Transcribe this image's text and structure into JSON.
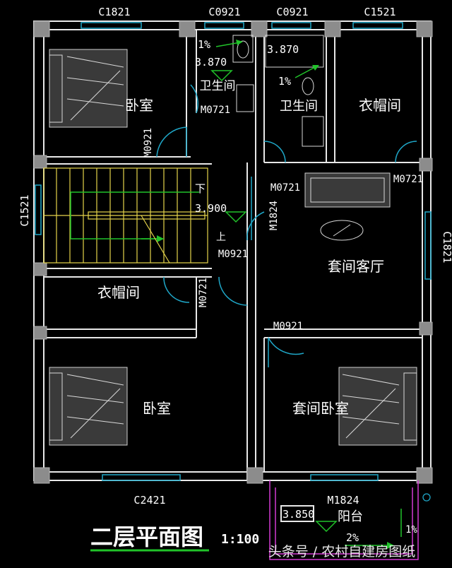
{
  "title": "二层平面图",
  "scale": "1:100",
  "watermark": "头条号 / 农村自建房图纸",
  "top_labels": [
    "C1821",
    "C0921",
    "C0921",
    "C1521"
  ],
  "left_label": "C1521",
  "right_label": "C1821",
  "bottom_label": "C2421",
  "balcony_door": "M1824",
  "balcony_label": "阳台",
  "balcony_level": "3.850",
  "rooms": {
    "bedroom_tl": "卧室",
    "bath_1": "卫生间",
    "bath_2": "卫生间",
    "closet_tr": "衣帽间",
    "closet_left": "衣帽间",
    "bedroom_bl": "卧室",
    "suite_living": "套间客厅",
    "suite_bedroom": "套间卧室"
  },
  "doors": {
    "d1": "M0721",
    "d2": "M0921",
    "d3": "M0721",
    "d4": "M0721",
    "d5": "M1824",
    "d6": "M0921",
    "d7": "M0721",
    "d8": "M0921"
  },
  "levels": {
    "bath1_slope": "1%",
    "bath1_level": "3.870",
    "bath2_level": "3.870",
    "bath2_slope": "1%",
    "stair_level": "3.900",
    "stair_down": "下",
    "stair_up": "上",
    "balcony_slope": "2%",
    "balcony_slope_right": "1%"
  }
}
